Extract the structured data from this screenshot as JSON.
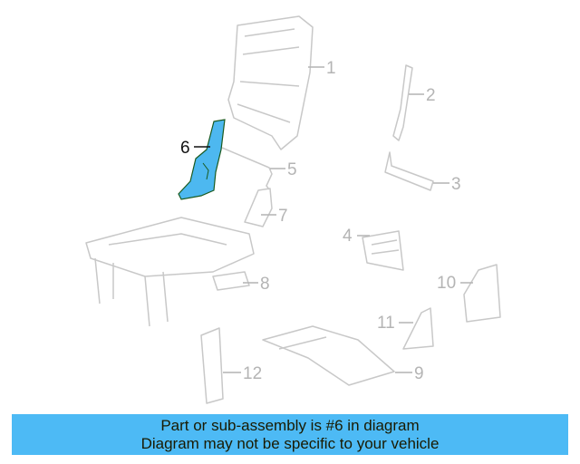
{
  "diagram": {
    "highlight_color": "#4db8f0",
    "highlighted_part": "6",
    "callouts": [
      "1",
      "2",
      "3",
      "4",
      "5",
      "6",
      "7",
      "8",
      "9",
      "10",
      "11",
      "12"
    ]
  },
  "banner": {
    "line1": "Part or sub-assembly is #6 in diagram",
    "line2": "Diagram may not be specific to your vehicle",
    "color": "#4dbaf5"
  }
}
